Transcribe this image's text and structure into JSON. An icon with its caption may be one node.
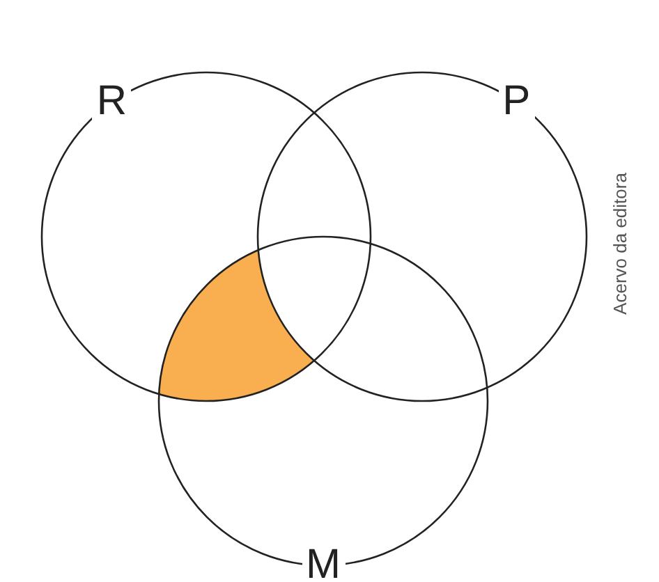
{
  "diagram": {
    "nodes": [
      {
        "text": [
          "R"
        ]
      },
      {
        "text": [
          "P"
        ]
      },
      {
        "text": [
          "M"
        ]
      },
      {
        "text": [],
        "shape": "region"
      }
    ],
    "edges": [],
    "labels": [
      "Acervo da editora"
    ]
  }
}
